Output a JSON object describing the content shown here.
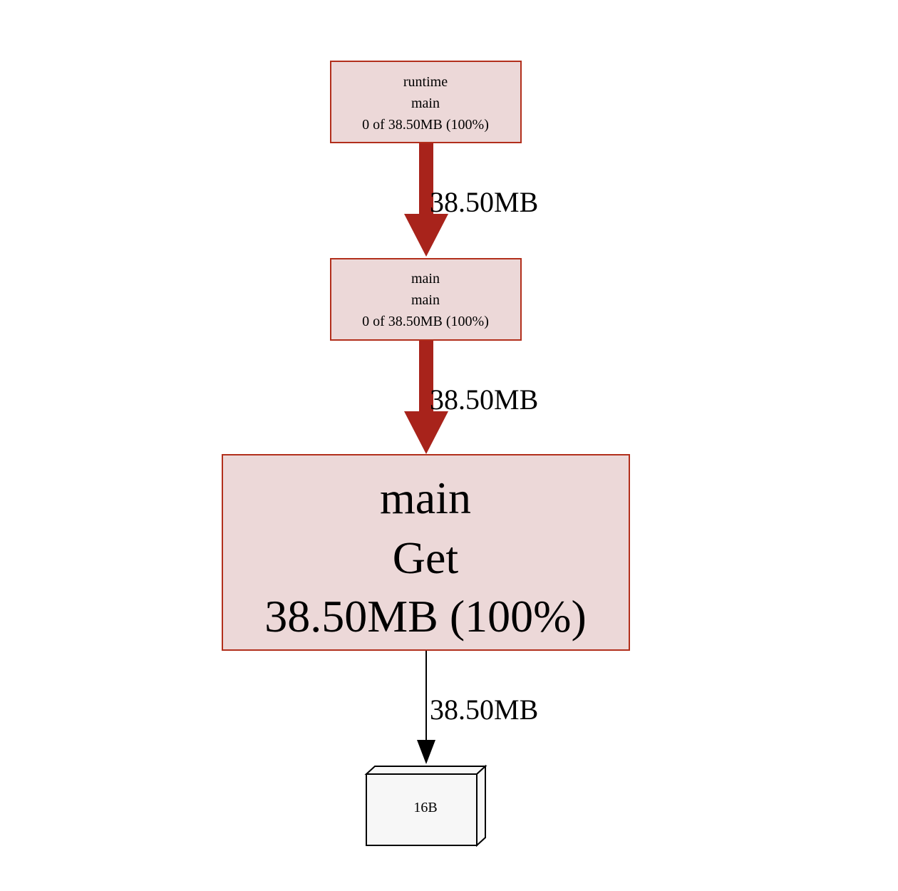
{
  "graph": {
    "nodes": [
      {
        "id": "runtime-main",
        "lines": [
          "runtime",
          "main",
          "0 of 38.50MB (100%)"
        ]
      },
      {
        "id": "main-main",
        "lines": [
          "main",
          "main",
          "0 of 38.50MB (100%)"
        ]
      },
      {
        "id": "main-get",
        "lines": [
          "main",
          "Get",
          "38.50MB (100%)"
        ]
      },
      {
        "id": "alloc-16b",
        "lines": [
          "16B"
        ]
      }
    ],
    "edges": [
      {
        "from": "runtime-main",
        "to": "main-main",
        "label": "38.50MB"
      },
      {
        "from": "main-main",
        "to": "main-get",
        "label": "38.50MB"
      },
      {
        "from": "main-get",
        "to": "alloc-16b",
        "label": "38.50MB"
      }
    ]
  },
  "colors": {
    "node_fill": "#ecd8d8",
    "node_border": "#b22f1c",
    "heavy_edge": "#a8231b",
    "light_edge": "#000000",
    "alloc_fill": "#f7f7f7",
    "alloc_border": "#000000"
  }
}
